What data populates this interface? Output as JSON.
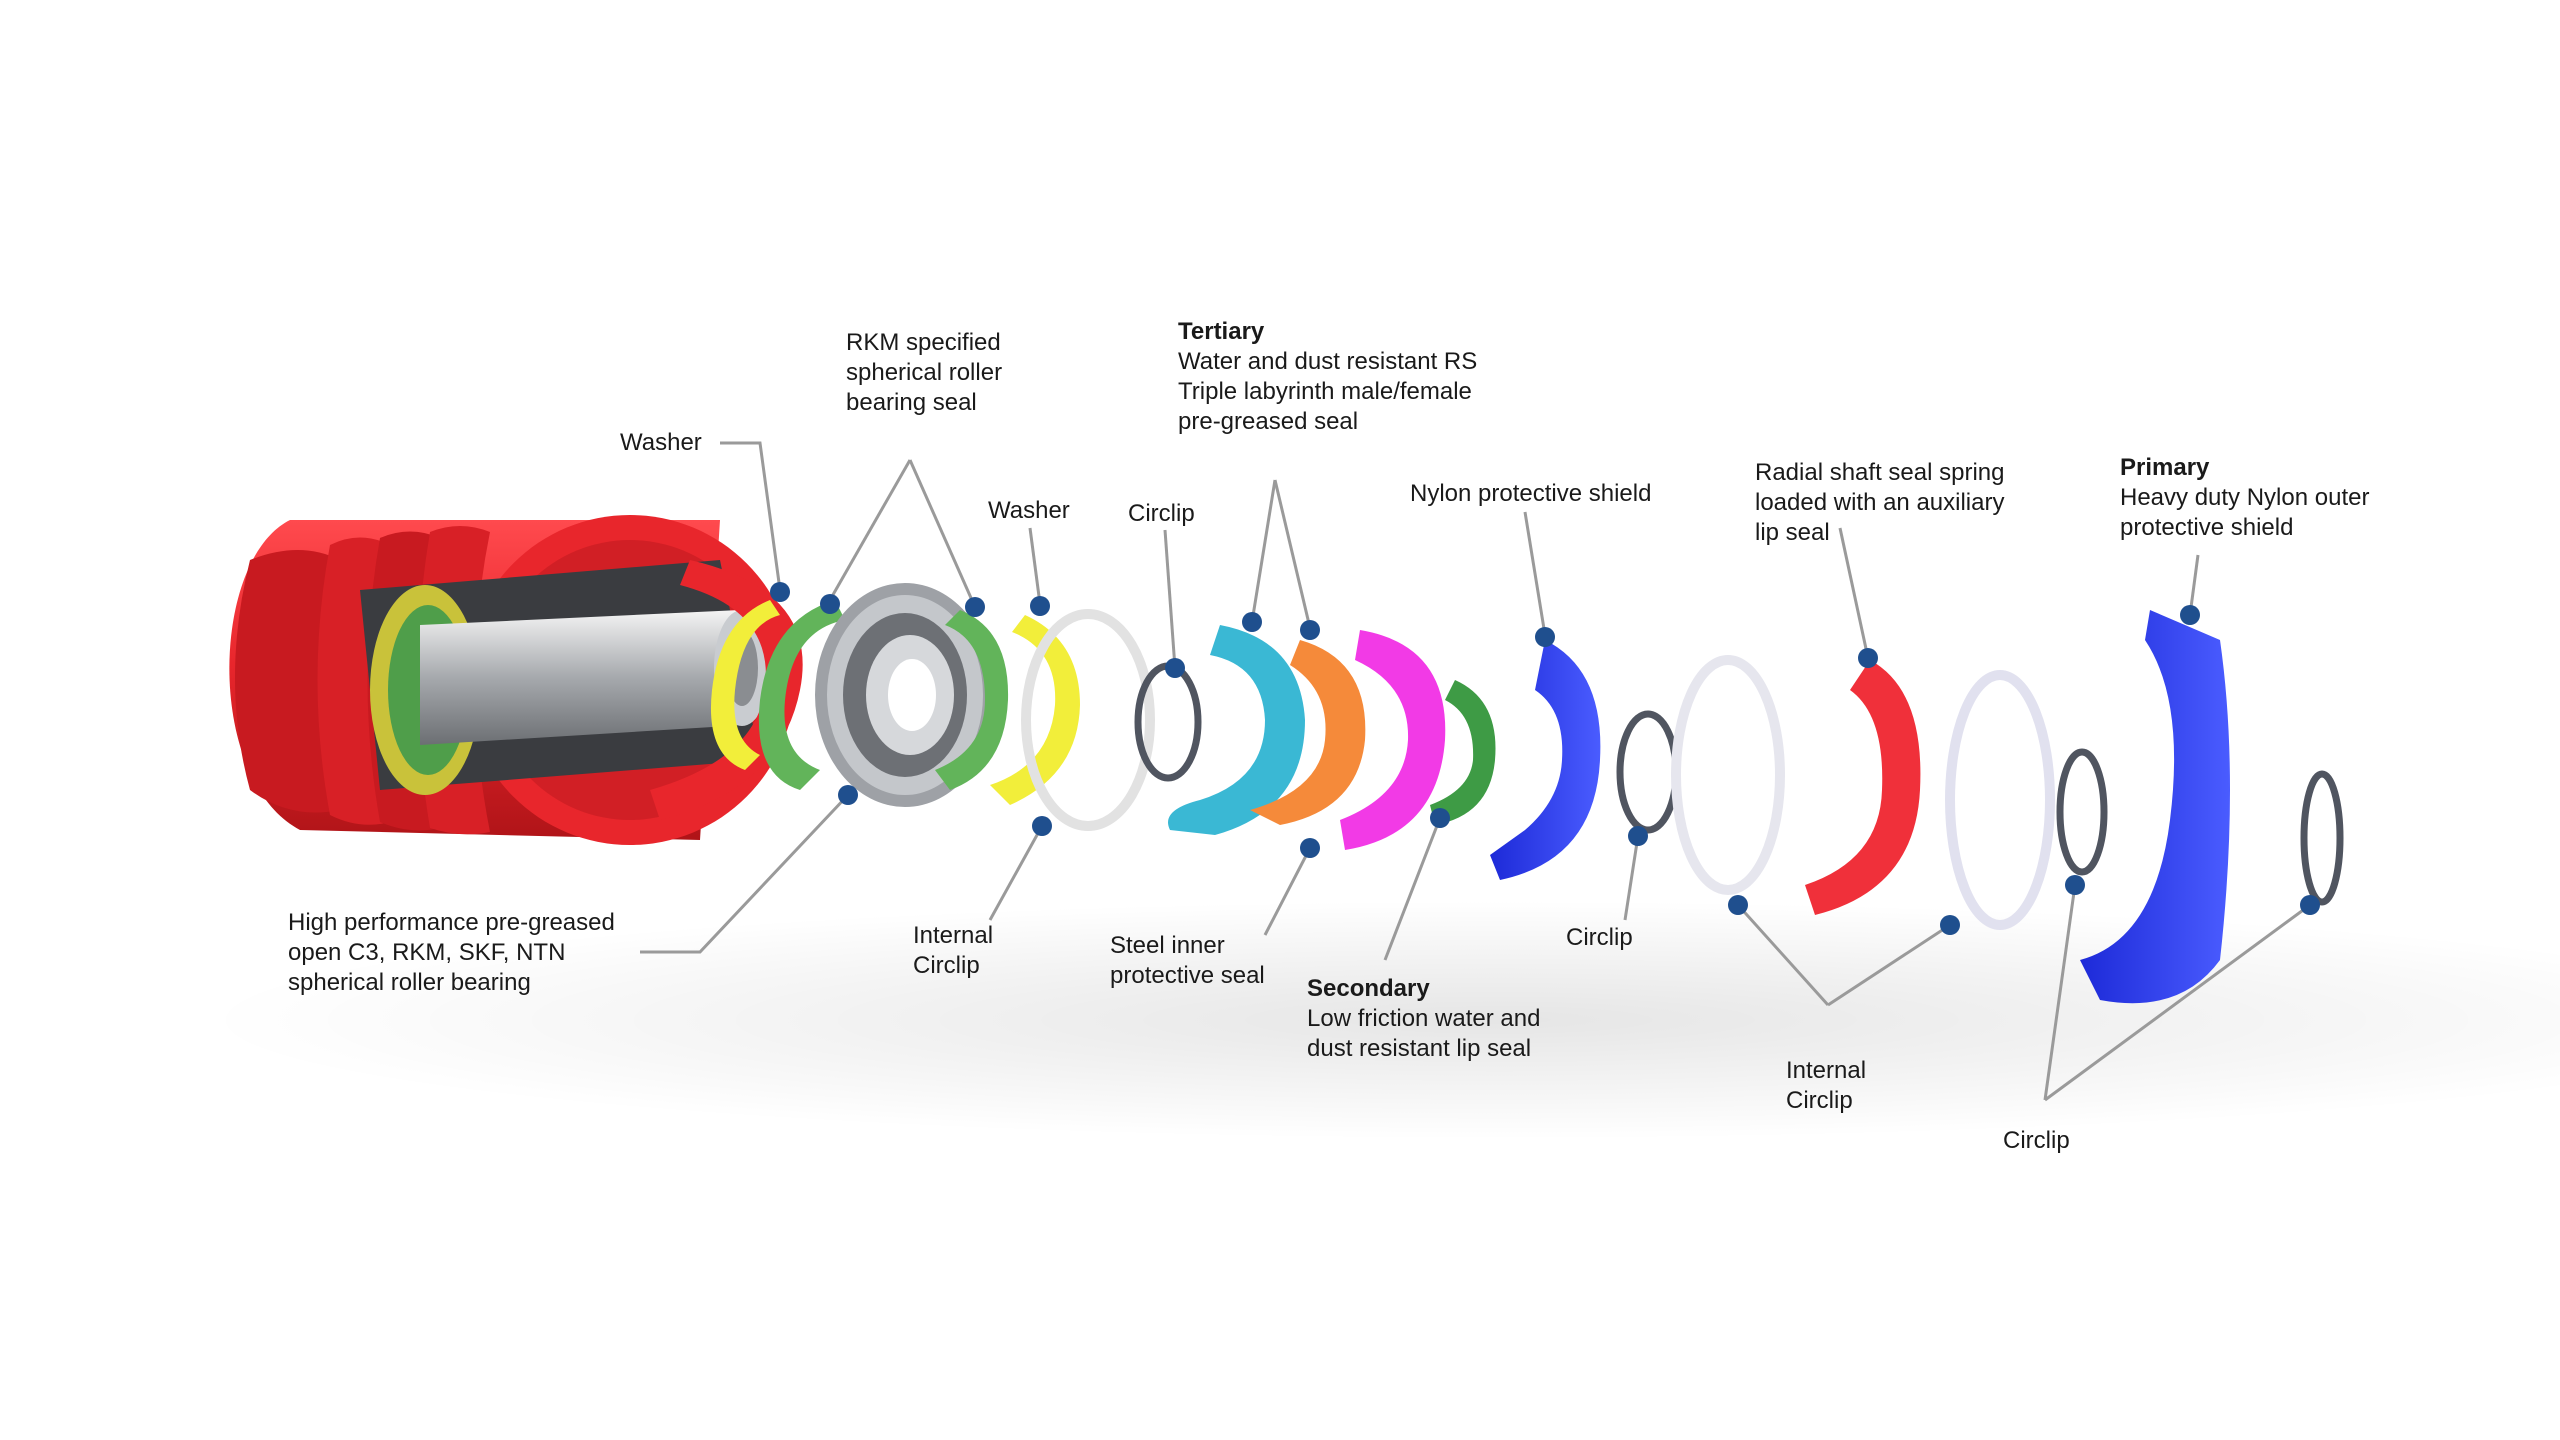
{
  "labels": {
    "washer_1": [
      "Washer"
    ],
    "rkm_seal": [
      "RKM specified",
      "spherical roller",
      "bearing seal"
    ],
    "washer_2": [
      "Washer"
    ],
    "circlip_1": [
      "Circlip"
    ],
    "tertiary_title": "Tertiary",
    "tertiary": [
      "Water and dust resistant RS",
      "Triple labyrinth male/female",
      "pre-greased seal"
    ],
    "nylon_shield": [
      "Nylon protective shield"
    ],
    "radial_seal": [
      "Radial shaft seal spring",
      "loaded with an auxiliary",
      "lip seal"
    ],
    "primary_title": "Primary",
    "primary": [
      "Heavy duty Nylon outer",
      "protective shield"
    ],
    "bearing": [
      "High performance pre-greased",
      "open C3, RKM, SKF, NTN",
      "spherical roller bearing"
    ],
    "internal_circlip_1": [
      "Internal",
      "Circlip"
    ],
    "steel_seal": [
      "Steel inner",
      "protective seal"
    ],
    "secondary_title": "Secondary",
    "secondary": [
      "Low friction water and",
      "dust resistant lip seal"
    ],
    "circlip_2": [
      "Circlip"
    ],
    "internal_circlip_2": [
      "Internal",
      "Circlip"
    ],
    "circlip_3": [
      "Circlip"
    ]
  },
  "colors": {
    "roller_red": "#e8262c",
    "washer_yellow": "#f2ee3a",
    "seal_green": "#62b45a",
    "bearing_steel": "#b9bcc0",
    "labyrinth_cyan": "#3ab8d4",
    "labyrinth_orange": "#f58a3a",
    "magenta_seal": "#f23ae6",
    "lip_seal_green": "#3e9b45",
    "shield_blue": "#2b3cf0",
    "radial_red": "#f0303a",
    "ring_white": "#e6e6ee",
    "circlip_dark": "#505560",
    "marker_blue": "#1f4f8e"
  }
}
